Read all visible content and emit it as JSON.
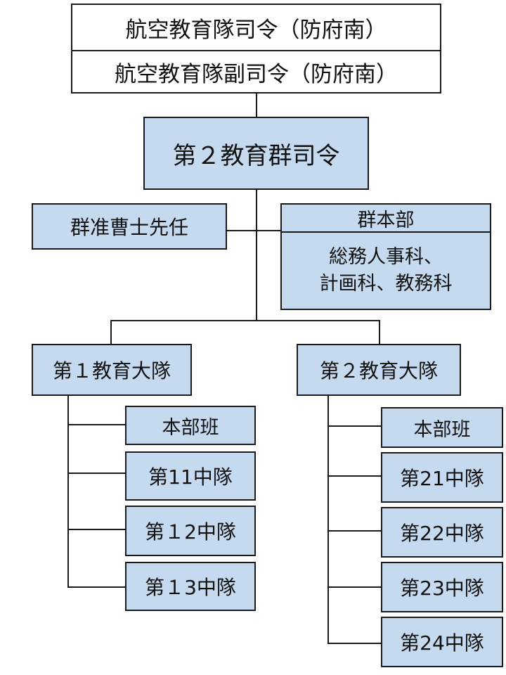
{
  "top_commander": "航空教育隊司令（防府南）",
  "vice_commander": "航空教育隊副司令（防府南）",
  "group_commander": "第２教育群司令",
  "senior_nco": "群准曹士先任",
  "hq": {
    "title": "群本部",
    "sections": "総務人事科、\n計画科、教務科"
  },
  "battalion1": {
    "name": "第１教育大隊",
    "units": [
      "本部班",
      "第11中隊",
      "第１2中隊",
      "第１3中隊"
    ]
  },
  "battalion2": {
    "name": "第２教育大隊",
    "units": [
      "本部班",
      "第21中隊",
      "第22中隊",
      "第23中隊",
      "第24中隊"
    ]
  },
  "colors": {
    "box_fill": "#c5daee",
    "line": "#1a1a1a"
  }
}
